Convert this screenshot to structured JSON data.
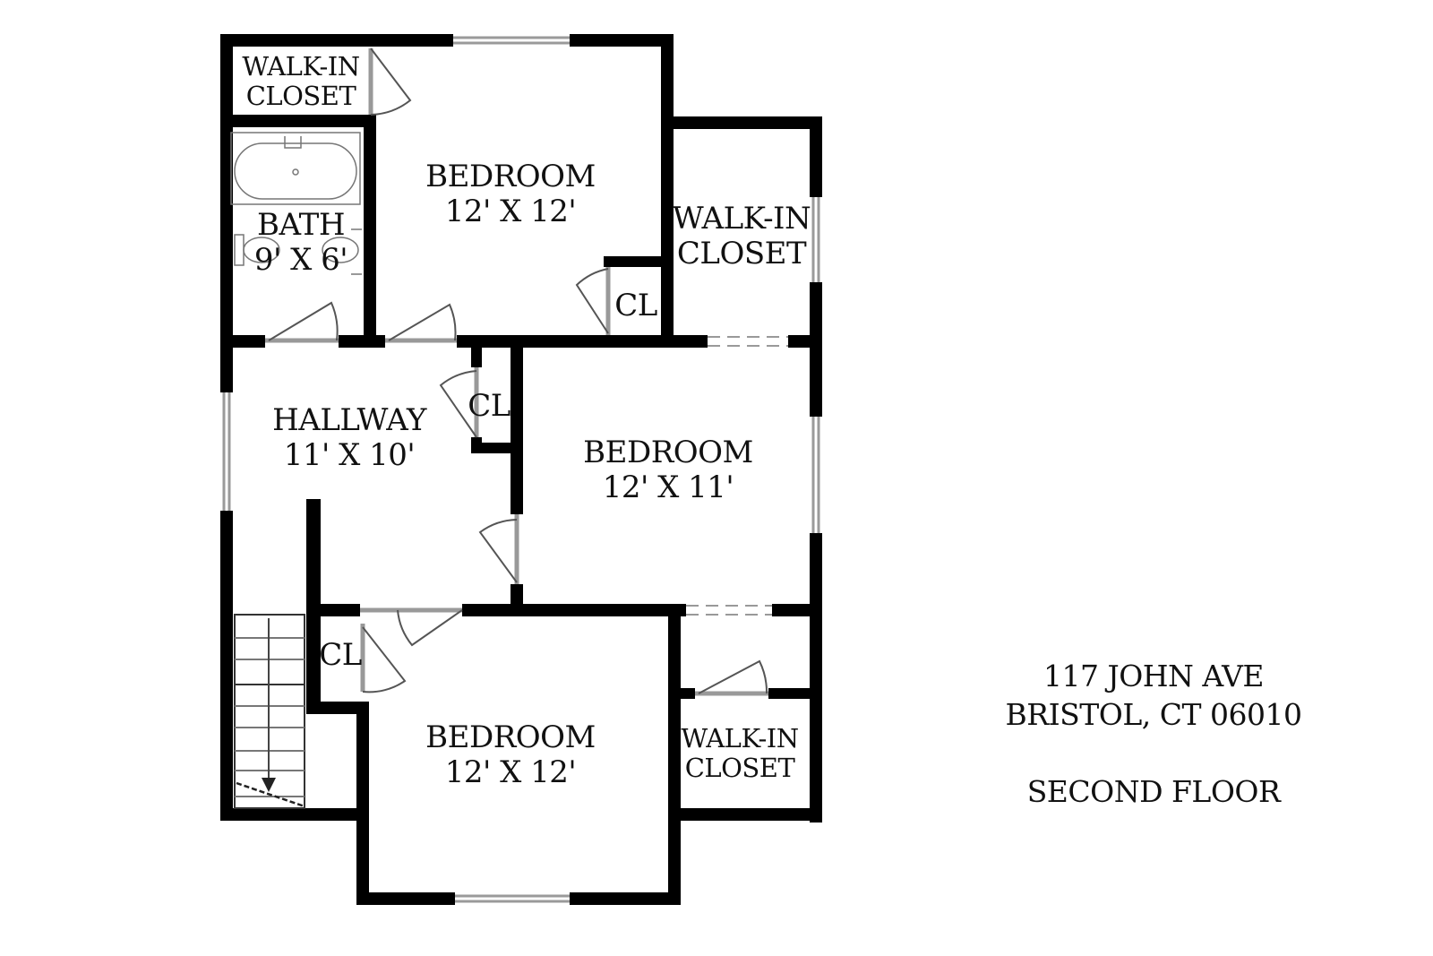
{
  "property": {
    "address_line1": "117 JOHN AVE",
    "address_line2": "BRISTOL, CT 06010",
    "floor": "SECOND FLOOR"
  },
  "rooms": {
    "walkin_closet_topleft": {
      "name": "WALK-IN",
      "name2": "CLOSET"
    },
    "bedroom_top": {
      "name": "BEDROOM",
      "dims": "12' X 12'"
    },
    "bath": {
      "name": "BATH",
      "dims": "9' X 6'"
    },
    "walkin_closet_right": {
      "name": "WALK-IN",
      "name2": "CLOSET"
    },
    "closet_top": {
      "name": "CL"
    },
    "hallway": {
      "name": "HALLWAY",
      "dims": "11' X 10'"
    },
    "closet_hall": {
      "name": "CL"
    },
    "bedroom_middle": {
      "name": "BEDROOM",
      "dims": "12' X 11'"
    },
    "closet_bottom": {
      "name": "CL"
    },
    "bedroom_bottom": {
      "name": "BEDROOM",
      "dims": "12' X 12'"
    },
    "walkin_closet_bottom": {
      "name": "WALK-IN",
      "name2": "CLOSET"
    }
  },
  "colors": {
    "wall": "#000000",
    "window": "#9a9a9a",
    "door_swing": "#555555",
    "background": "#ffffff"
  }
}
